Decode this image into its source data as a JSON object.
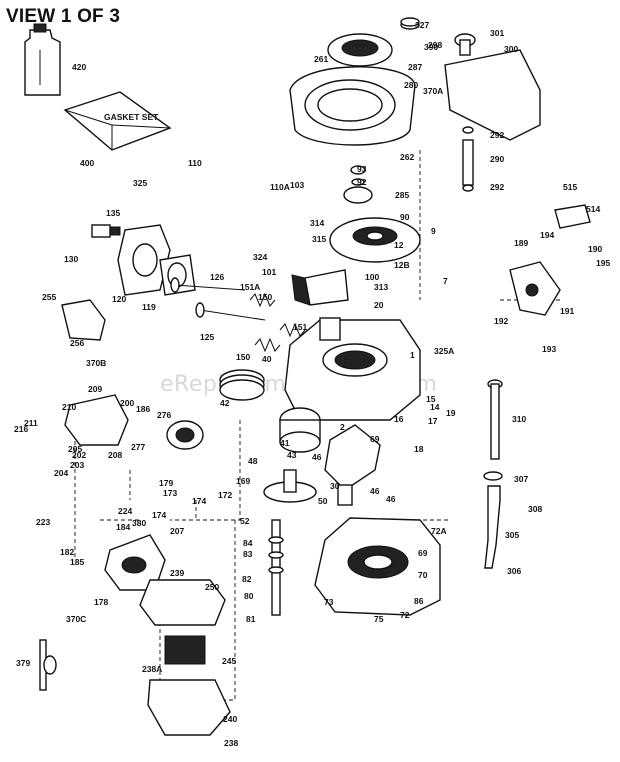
{
  "title": "VIEW 1 OF 3",
  "watermark": "eReplacementParts.com",
  "gasket_set_text": "GASKET SET",
  "part_labels": [
    "420",
    "400",
    "327",
    "390",
    "261",
    "287",
    "280",
    "370A",
    "298",
    "301",
    "300",
    "292",
    "290",
    "292",
    "110",
    "110A",
    "103",
    "262",
    "93",
    "92",
    "285",
    "90",
    "325",
    "135",
    "130",
    "120",
    "119",
    "314",
    "315",
    "324",
    "9",
    "12",
    "12B",
    "7",
    "515",
    "514",
    "189",
    "194",
    "190",
    "195",
    "255",
    "256",
    "126",
    "151A",
    "150",
    "101",
    "100",
    "313",
    "20",
    "125",
    "151",
    "150",
    "40",
    "191",
    "192",
    "193",
    "370B",
    "209",
    "210",
    "211",
    "216",
    "200",
    "186",
    "205",
    "202",
    "208",
    "204",
    "203",
    "276",
    "277",
    "42",
    "1",
    "325A",
    "15",
    "14",
    "19",
    "16",
    "17",
    "18",
    "310",
    "41",
    "43",
    "2",
    "46",
    "69",
    "48",
    "30",
    "46",
    "46",
    "307",
    "308",
    "174",
    "172",
    "174",
    "179",
    "173",
    "169",
    "224",
    "223",
    "182",
    "185",
    "184",
    "380",
    "207",
    "50",
    "52",
    "72A",
    "305",
    "84",
    "83",
    "69",
    "70",
    "306",
    "82",
    "239",
    "178",
    "370C",
    "250",
    "80",
    "81",
    "73",
    "75",
    "72",
    "86",
    "379",
    "238A",
    "245",
    "240",
    "238"
  ]
}
